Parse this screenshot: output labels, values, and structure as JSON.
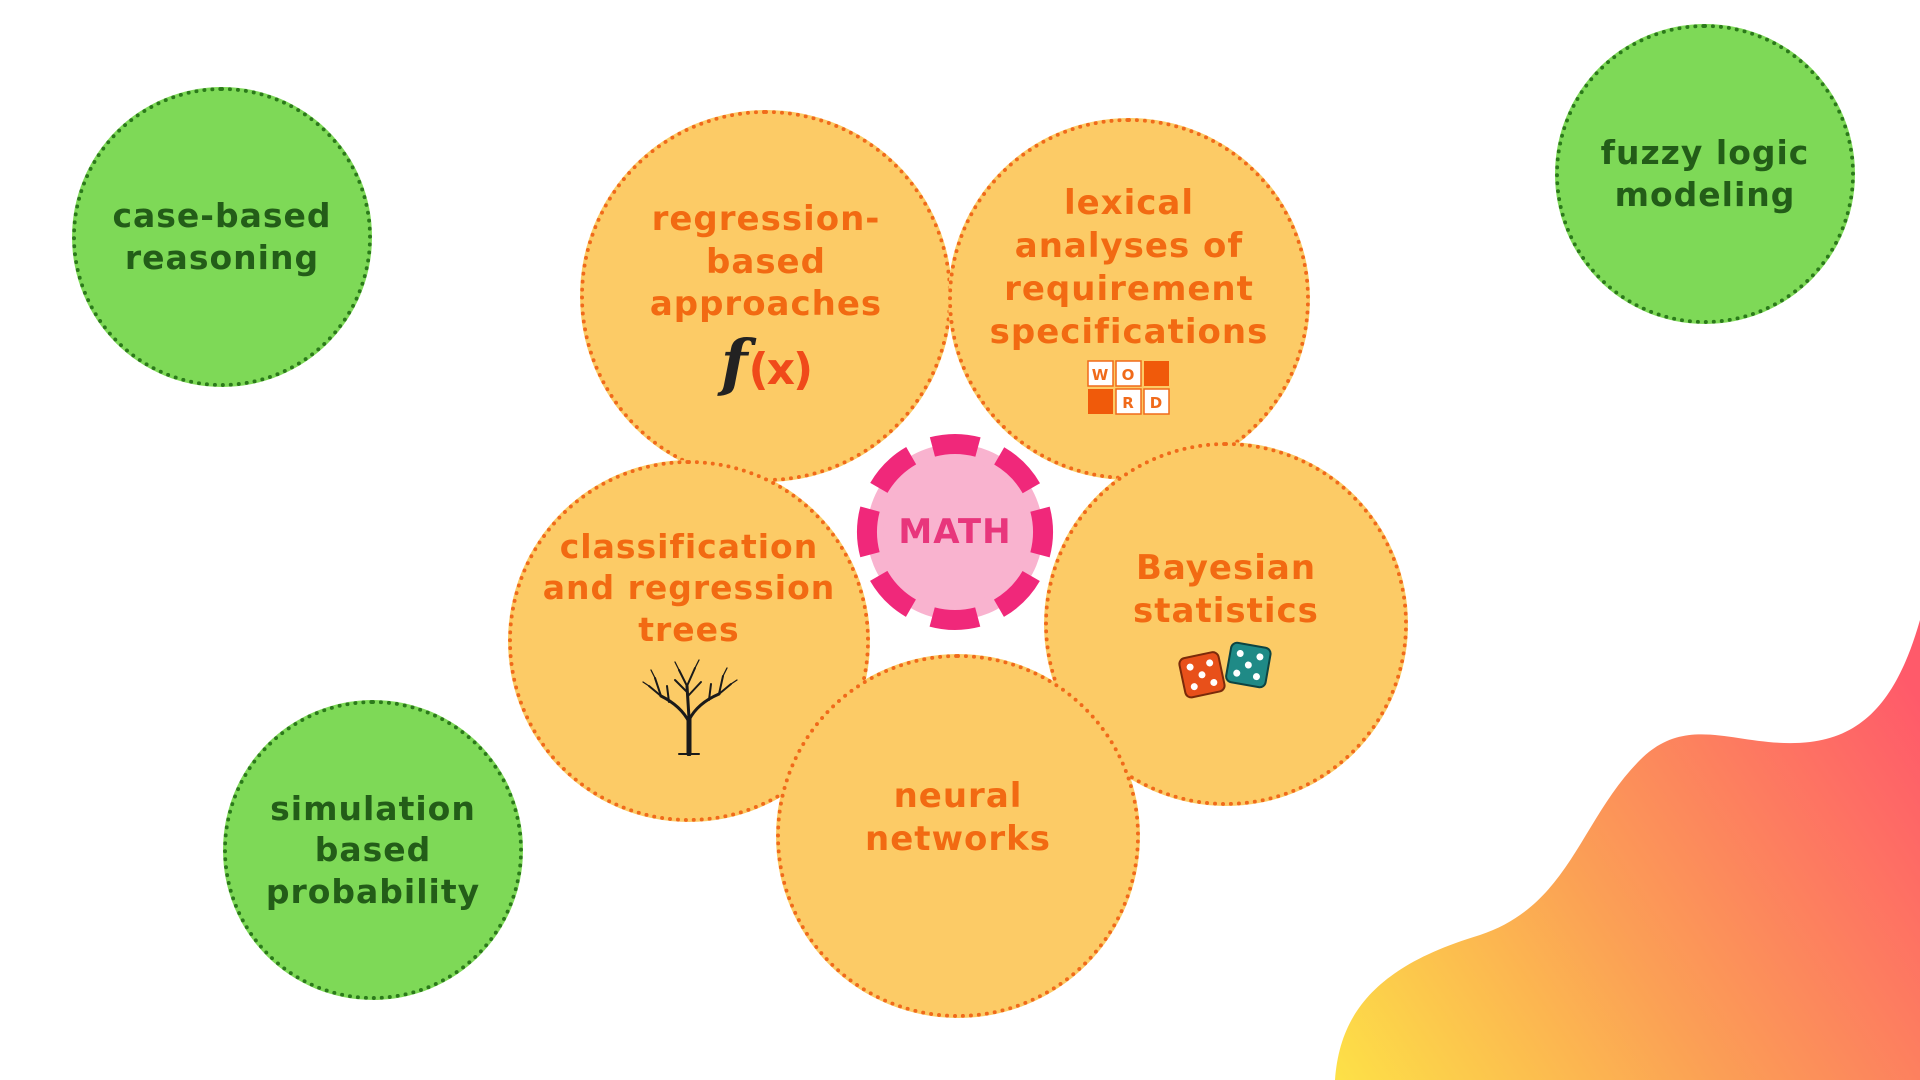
{
  "center": {
    "label": "MATH",
    "colors": {
      "fill": "#f9b3cf",
      "ring": "#f0287a"
    }
  },
  "orange_circles": [
    {
      "id": "regression",
      "lines": [
        "regression-",
        "based",
        "approaches"
      ],
      "icon": "function-fx-icon"
    },
    {
      "id": "lexical",
      "lines": [
        "lexical",
        "analyses of",
        "requirement",
        "specifications"
      ],
      "icon": "word-grid-icon",
      "word_tiles": [
        "W",
        "O",
        "",
        "",
        "R",
        "D"
      ]
    },
    {
      "id": "classification",
      "lines": [
        "classification",
        "and regression",
        "trees"
      ],
      "icon": "tree-icon"
    },
    {
      "id": "bayesian",
      "lines": [
        "Bayesian",
        "statistics"
      ],
      "icon": "dice-icon"
    },
    {
      "id": "neural",
      "lines": [
        "neural",
        "networks"
      ]
    }
  ],
  "green_circles": [
    {
      "id": "case-based",
      "lines": [
        "case-based",
        "reasoning"
      ]
    },
    {
      "id": "fuzzy",
      "lines": [
        "fuzzy logic",
        "modeling"
      ]
    },
    {
      "id": "simulation",
      "lines": [
        "simulation",
        "based",
        "probability"
      ]
    }
  ],
  "fx_icon": {
    "f": "f",
    "x": "(x)"
  },
  "colors": {
    "green_fill": "#7ed957",
    "green_text": "#235d18",
    "orange_fill": "#fccb66",
    "orange_text": "#f26a12",
    "blob_start": "#fde047",
    "blob_end": "#ff5a6a"
  }
}
